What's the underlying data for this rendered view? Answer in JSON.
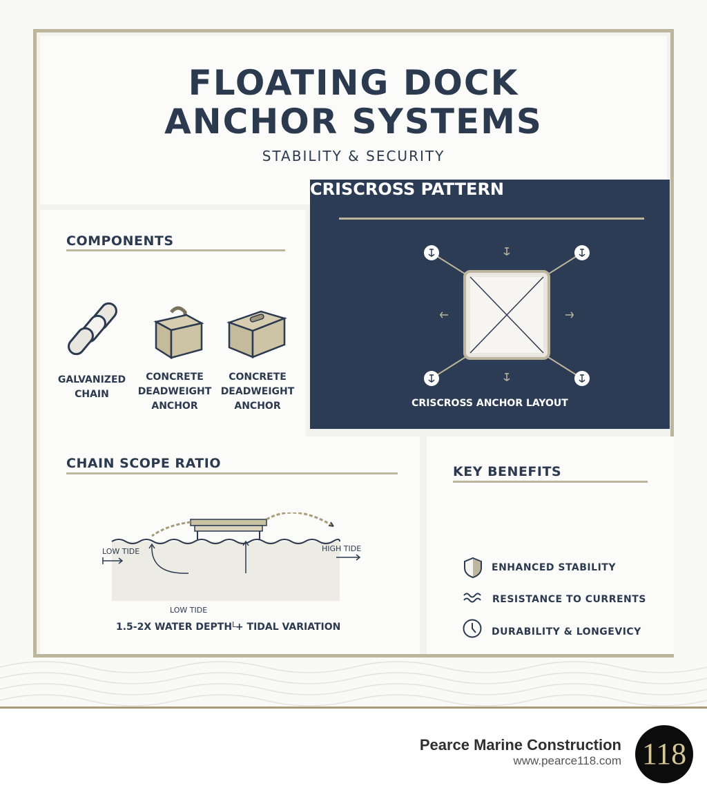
{
  "header": {
    "title_line1": "FLOATING DOCK",
    "title_line2": "ANCHOR SYSTEMS",
    "subtitle": "STABILITY & SECURITY"
  },
  "components": {
    "heading": "COMPONENTS",
    "items": [
      {
        "icon": "chain-icon",
        "line1": "GALVANIZED",
        "line2": "CHAIN",
        "line3": ""
      },
      {
        "icon": "concrete-block-icon",
        "line1": "CONCRETE",
        "line2": "DEADWEIGHT",
        "line3": "ANCHOR"
      },
      {
        "icon": "concrete-block-icon",
        "line1": "CONCRETE",
        "line2": "DEADWEIGHT",
        "line3": "ANCHOR"
      }
    ]
  },
  "criss": {
    "heading": "CRISCROSS PATTERN",
    "caption": "CRISCROSS ANCHOR LAYOUT"
  },
  "scope": {
    "heading": "CHAIN SCOPE RATIO",
    "low_tide_top": "LOW TIDE",
    "high_tide": "HIGH TIDE",
    "low_tide_water": "LOW TIDE",
    "length_mark": "L",
    "caption": "1.5-2X WATER DEPTH + TIDAL VARIATION"
  },
  "benefits": {
    "heading": "KEY BENEFITS",
    "items": [
      {
        "icon": "shield-icon",
        "label": "ENHANCED STABILITY"
      },
      {
        "icon": "waves-icon",
        "label": "RESISTANCE TO CURRENTS"
      },
      {
        "icon": "clock-icon",
        "label": "DURABILITY & LONGEVICY"
      }
    ]
  },
  "footer": {
    "company": "Pearce Marine Construction",
    "url": "www.pearce118.com",
    "logo_text": "118"
  },
  "colors": {
    "navy": "#2c3c55",
    "gold": "#bdb59c",
    "text": "#2b3a4e"
  }
}
